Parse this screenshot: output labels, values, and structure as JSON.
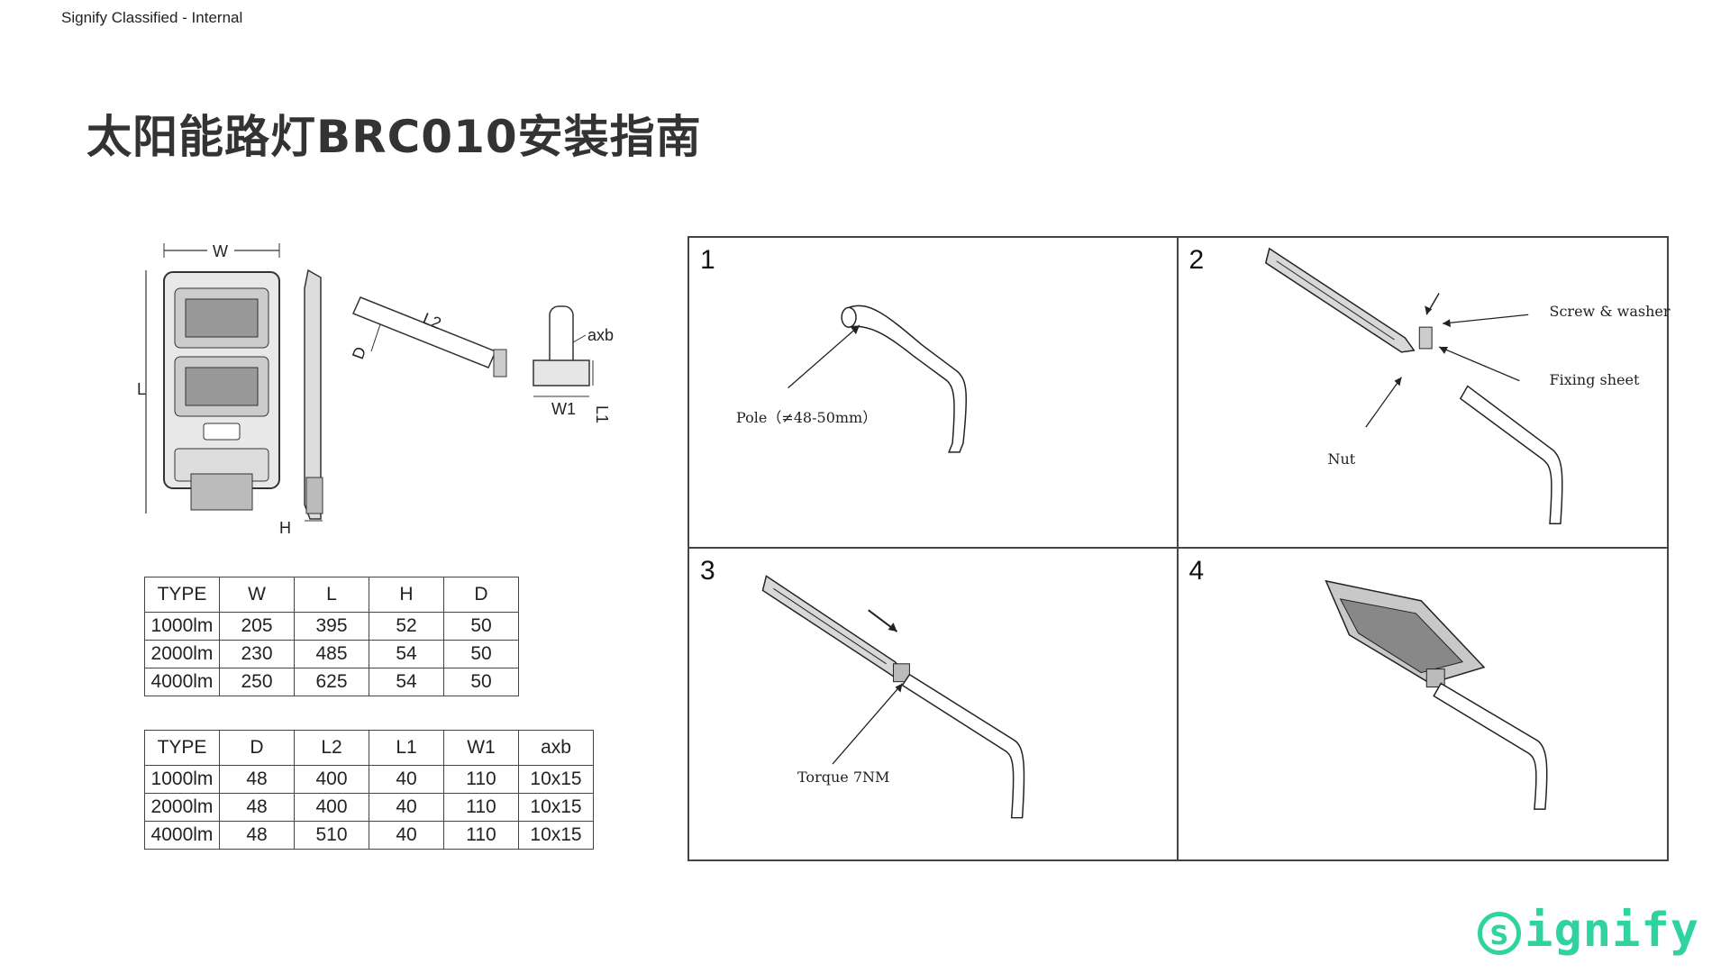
{
  "classification": "Signify Classified - Internal",
  "title": "太阳能路灯BRC010安装指南",
  "dimension_labels": {
    "w": "W",
    "l": "L",
    "h": "H",
    "l2": "L2",
    "d": "D",
    "axb": "axb",
    "w1": "W1",
    "l1": "L1"
  },
  "table1": {
    "headers": [
      "TYPE",
      "W",
      "L",
      "H",
      "D"
    ],
    "rows": [
      [
        "1000lm",
        "205",
        "395",
        "52",
        "50"
      ],
      [
        "2000lm",
        "230",
        "485",
        "54",
        "50"
      ],
      [
        "4000lm",
        "250",
        "625",
        "54",
        "50"
      ]
    ]
  },
  "table2": {
    "headers": [
      "TYPE",
      "D",
      "L2",
      "L1",
      "W1",
      "axb"
    ],
    "rows": [
      [
        "1000lm",
        "48",
        "400",
        "40",
        "110",
        "10x15"
      ],
      [
        "2000lm",
        "48",
        "400",
        "40",
        "110",
        "10x15"
      ],
      [
        "4000lm",
        "48",
        "510",
        "40",
        "110",
        "10x15"
      ]
    ]
  },
  "steps": [
    {
      "number": "1",
      "annotations": [
        "Pole（≠48-50mm）"
      ]
    },
    {
      "number": "2",
      "annotations": [
        "Screw & washer",
        "Fixing sheet",
        "Nut"
      ]
    },
    {
      "number": "3",
      "annotations": [
        "Torque 7NM"
      ]
    },
    {
      "number": "4",
      "annotations": []
    }
  ],
  "logo": {
    "text": "ignify",
    "brand_color": "#2ed3a0"
  },
  "colors": {
    "title": "#333333",
    "lines": "#444444"
  }
}
